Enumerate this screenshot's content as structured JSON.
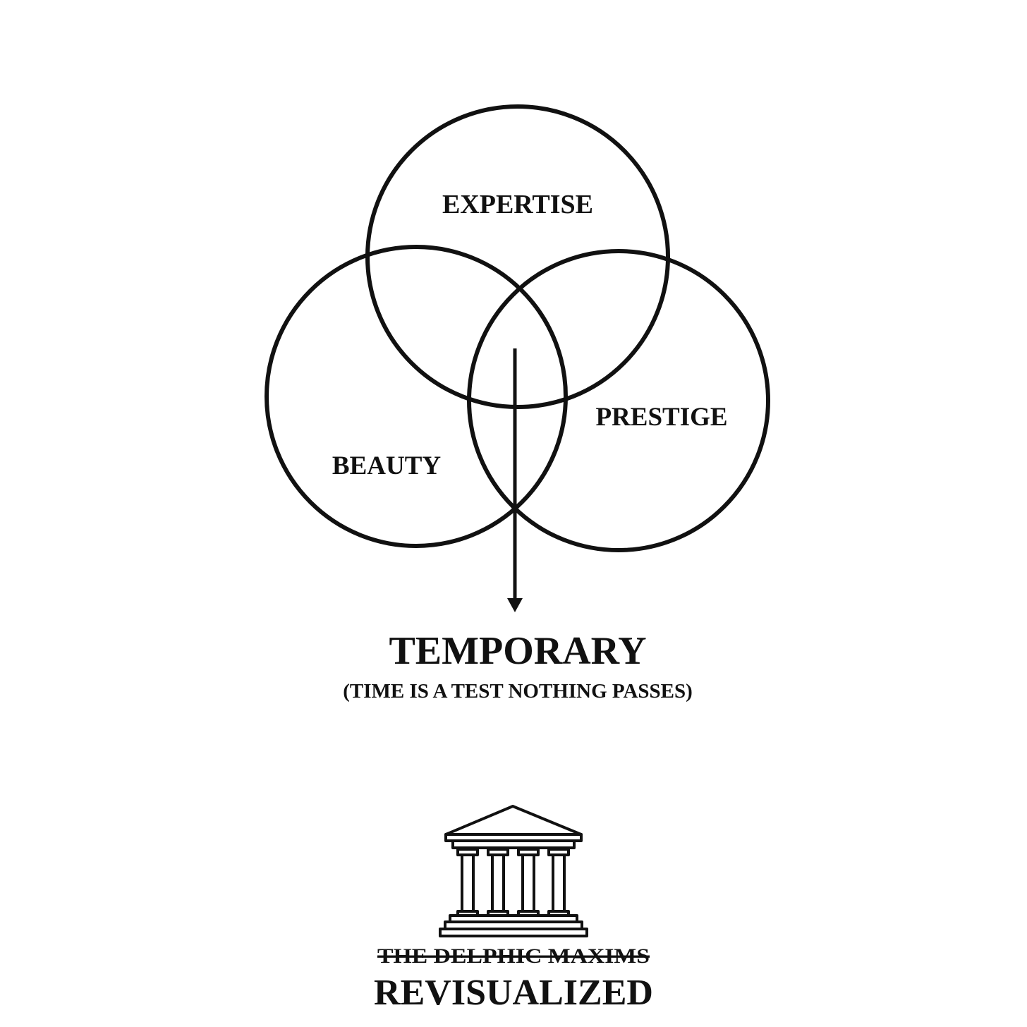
{
  "diagram": {
    "sets": [
      {
        "id": "expertise",
        "label": "EXPERTISE"
      },
      {
        "id": "beauty",
        "label": "BEAUTY"
      },
      {
        "id": "prestige",
        "label": "PRESTIGE"
      }
    ],
    "intersection_arrow": {
      "from": "center intersection",
      "target_label": "TEMPORARY"
    },
    "result": {
      "title": "TEMPORARY",
      "subtitle": "(TIME IS A TEST NOTHING PASSES)"
    }
  },
  "branding": {
    "logo_icon": "greek-temple-icon",
    "struck_title": "THE DELPHIC MAXIMS",
    "title": "REVISUALIZED"
  },
  "colors": {
    "ink": "#111111",
    "background": "#ffffff"
  }
}
